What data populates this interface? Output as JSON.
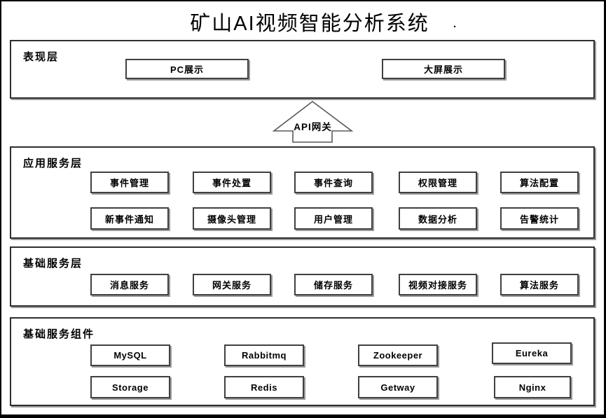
{
  "title": "矿山AI视频智能分析系统",
  "title_dot": ".",
  "arrow": {
    "label": "API网关"
  },
  "layers": [
    {
      "label": "表现层",
      "rows": [
        [
          "PC展示",
          "大屏展示"
        ]
      ]
    },
    {
      "label": "应用服务层",
      "rows": [
        [
          "事件管理",
          "事件处置",
          "事件查询",
          "权限管理",
          "算法配置"
        ],
        [
          "新事件通知",
          "摄像头管理",
          "用户管理",
          "数据分析",
          "告警统计"
        ]
      ]
    },
    {
      "label": "基础服务层",
      "rows": [
        [
          "消息服务",
          "网关服务",
          "储存服务",
          "视频对接服务",
          "算法服务"
        ]
      ]
    },
    {
      "label": "基础服务组件",
      "rows": [
        [
          "MySQL",
          "Rabbitmq",
          "Zookeeper",
          "Eureka"
        ],
        [
          "Storage",
          "Redis",
          "Getway",
          "Nginx"
        ]
      ]
    }
  ],
  "colors": {
    "background": "#ffffff",
    "outer_border": "#000000",
    "box_border": "#404040",
    "shadow": "#9a9a9a",
    "text": "#000000"
  }
}
